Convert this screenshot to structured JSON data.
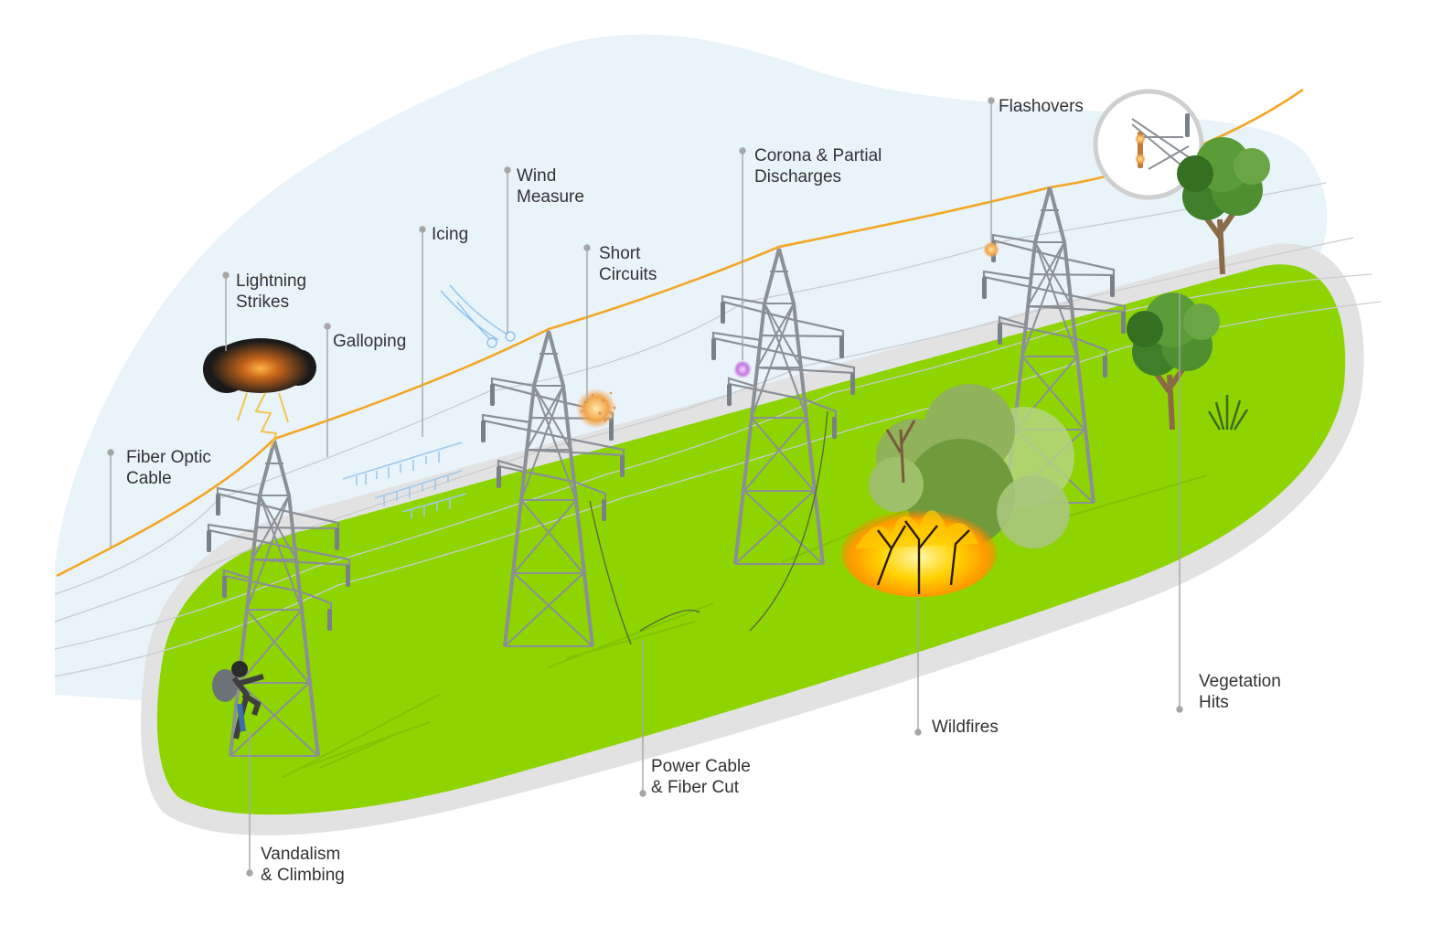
{
  "diagram": {
    "labels": {
      "fiber_optic_cable": "Fiber Optic\nCable",
      "lightning_strikes": "Lightning\nStrikes",
      "galloping": "Galloping",
      "icing": "Icing",
      "wind_measure": "Wind\nMeasure",
      "short_circuits": "Short\nCircuits",
      "corona": "Corona & Partial\nDischarges",
      "flashovers": "Flashovers",
      "vandalism": "Vandalism\n& Climbing",
      "power_cable_cut": "Power Cable\n& Fiber Cut",
      "wildfires": "Wildfires",
      "vegetation_hits": "Vegetation\nHits"
    },
    "colors": {
      "sky": "#e9f3fa",
      "ground": "#8ed400",
      "ground_rim": "#e2e2e2",
      "tower": "#8a9096",
      "fiber_cable": "#f5a623",
      "power_line": "#c8cdd2",
      "leader_line": "#a6a6a6",
      "label_text": "#333333",
      "fire": "#ffd200",
      "smoke": "#7ea84a",
      "tree": "#4b8a2a",
      "storm_cloud": "#1f1f1f"
    },
    "icons": [
      "transmission-tower-icon",
      "storm-cloud-icon",
      "lightning-bolt-icon",
      "wind-gust-icon",
      "icicles-icon",
      "spark-burst-icon",
      "corona-glow-icon",
      "magnifier-inset-icon",
      "climber-person-icon",
      "fire-icon",
      "smoke-cloud-icon",
      "tree-icon",
      "grass-tuft-icon"
    ]
  }
}
